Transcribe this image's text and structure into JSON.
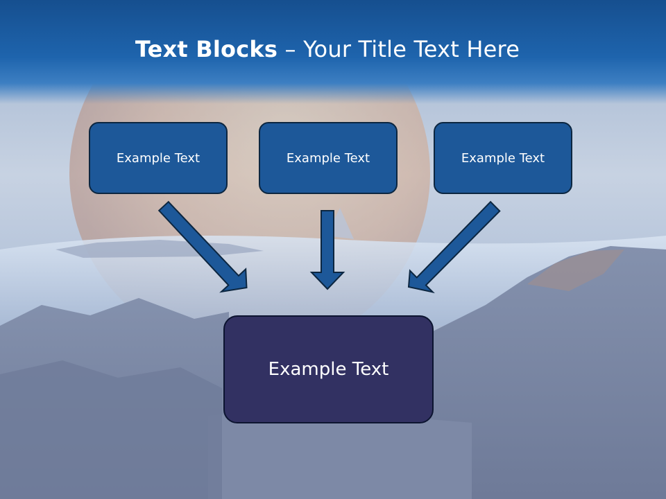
{
  "title": {
    "bold": "Text Blocks",
    "dash": " – ",
    "rest": "Your Title Text Here"
  },
  "blocks": {
    "left": "Example Text",
    "middle": "Example Text",
    "right": "Example Text",
    "bottom": "Example Text"
  },
  "colors": {
    "title_bar": "#1e64ad",
    "small_block_fill": "#1d5899",
    "big_block_fill": "#323162",
    "arrow_fill": "#1d5899",
    "arrow_stroke": "#0c2640"
  }
}
